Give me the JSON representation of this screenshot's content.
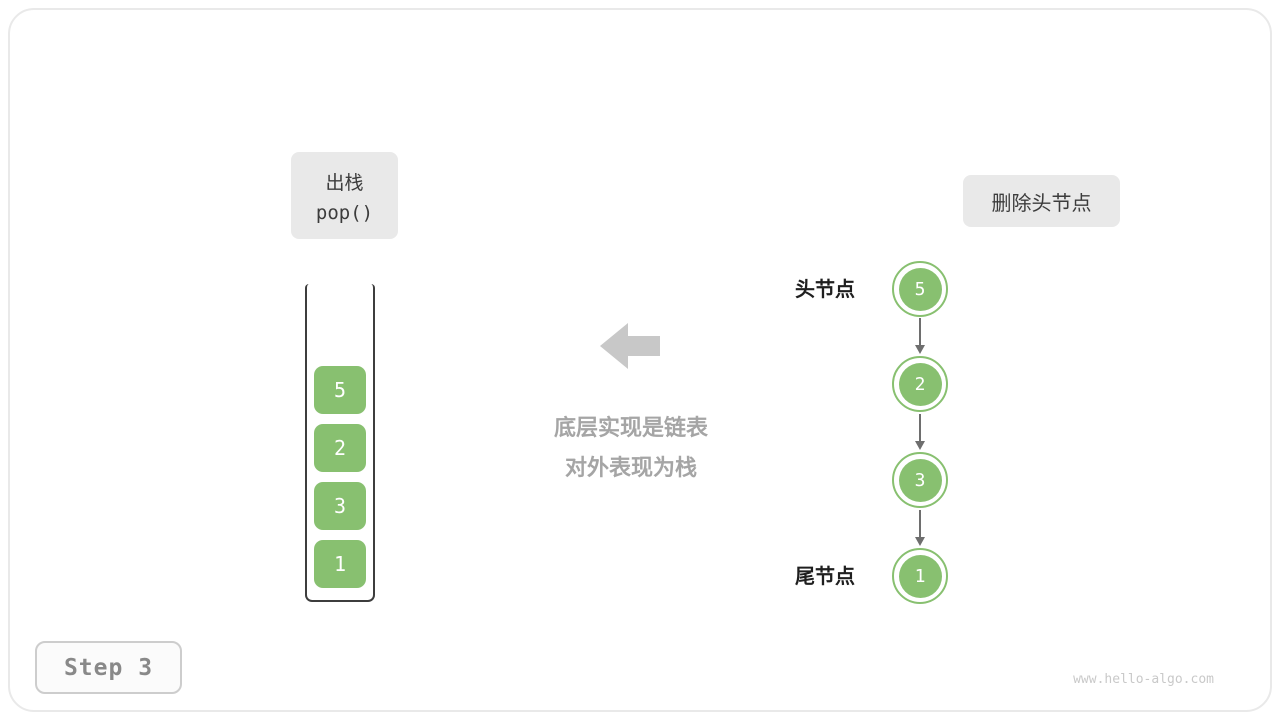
{
  "colors": {
    "node_green": "#88c070",
    "label_bg": "#e9e9e9",
    "big_arrow_gray": "#c8c8c8",
    "caption_gray": "#a5a5a5",
    "connector_gray": "#6e6e6e"
  },
  "pop_label": {
    "line1": "出栈",
    "line2": "pop()"
  },
  "stack": {
    "items": [
      "5",
      "2",
      "3",
      "1"
    ]
  },
  "caption": {
    "line1": "底层实现是链表",
    "line2": "对外表现为栈"
  },
  "list_label": "删除头节点",
  "linked_list": {
    "head_label": "头节点",
    "tail_label": "尾节点",
    "nodes": [
      "5",
      "2",
      "3",
      "1"
    ]
  },
  "footer": {
    "step": "Step 3",
    "watermark": "www.hello-algo.com"
  }
}
